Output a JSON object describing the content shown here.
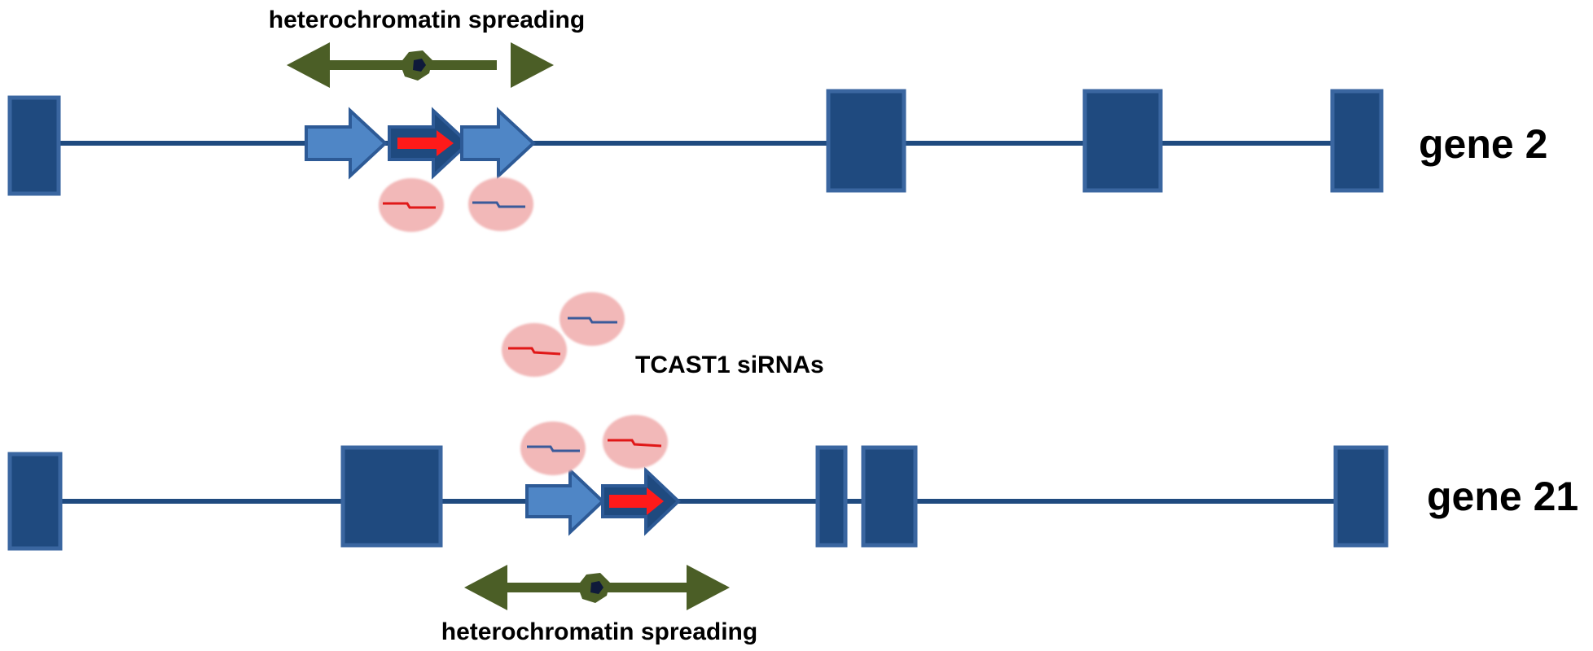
{
  "labels": {
    "spreading_top": "heterochromatin spreading",
    "spreading_bottom": "heterochromatin spreading",
    "sirna": "TCAST1 siRNAs",
    "gene_top": "gene 2",
    "gene_bottom": "gene 21"
  },
  "colors": {
    "exon_fill": "#1f4a7f",
    "exon_border": "#3a66a0",
    "intron": "#1f4a7f",
    "repeat_arrow": "#4f86c6",
    "repeat_highlight": "#ff1a1a",
    "spreading_arrow": "#4b5e26",
    "sirna_circle": "#f2b8b8"
  }
}
